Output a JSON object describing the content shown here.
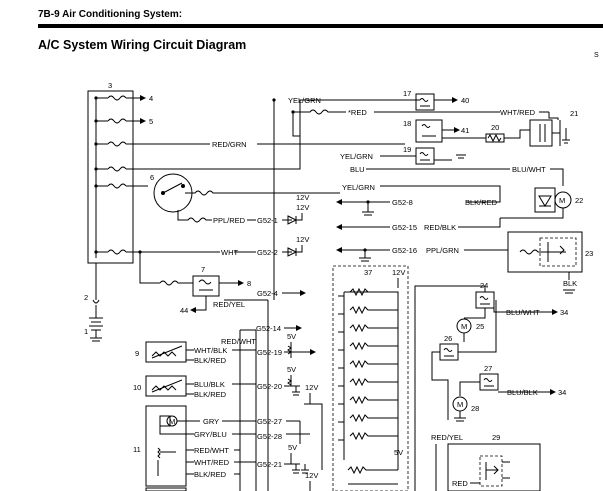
{
  "section_header": "7B-9   Air Conditioning System:",
  "page_title": "A/C System Wiring Circuit Diagram",
  "side_mark": "S",
  "callouts": {
    "c1": "1",
    "c2": "2",
    "c3": "3",
    "c4": "4",
    "c5": "5",
    "c6": "6",
    "c7": "7",
    "c8": "8",
    "c9": "9",
    "c10": "10",
    "c11": "11",
    "c17": "17",
    "c18": "18",
    "c19": "19",
    "c20": "20",
    "c21": "21",
    "c22": "22",
    "c23": "23",
    "c24": "24",
    "c25": "25",
    "c26": "26",
    "c27": "27",
    "c28": "28",
    "c29": "29",
    "c34a": "34",
    "c34b": "34",
    "c37": "37",
    "c40": "40",
    "c41": "41",
    "c44": "44"
  },
  "wire_labels": {
    "yel_grn_top": "YEL/GRN",
    "red_star": "*RED",
    "wht_red_top": "WHT/RED",
    "red_grn": "RED/GRN",
    "yel_grn_mid": "YEL/GRN",
    "blu": "BLU",
    "blu_wht": "BLU/WHT",
    "yel_grn_low": "YEL/GRN",
    "g52_8": "G52-8",
    "blk_red_8": "BLK/RED",
    "ppl_red": "PPL/RED",
    "g52_1": "G52-1",
    "g52_15": "G52-15",
    "red_blk": "RED/BLK",
    "wht": "WHT",
    "g52_2": "G52-2",
    "g52_16": "G52-16",
    "ppl_grn": "PPL/GRN",
    "g52_4": "G52-4",
    "red_yel_44": "RED/YEL",
    "blk": "BLK",
    "blu_wht_34": "BLU/WHT",
    "blu_blk_34": "BLU/BLK",
    "g52_14": "G52-14",
    "red_wht_14": "RED/WHT",
    "wht_blk": "WHT/BLK",
    "blk_red_9": "BLK/RED",
    "g52_19": "G52-19",
    "blu_blk_10": "BLU/BLK",
    "blk_red_10": "BLK/RED",
    "g52_20": "G52-20",
    "gry": "GRY",
    "g52_27": "G52-27",
    "gry_blu": "GRY/BLU",
    "g52_28": "G52-28",
    "red_wht_11": "RED/WHT",
    "wht_red_11": "WHT/RED",
    "g52_21": "G52-21",
    "blk_red_11": "BLK/RED",
    "red_yel_28": "RED/YEL",
    "red_bottom": "RED"
  },
  "voltages": {
    "v1": "12V",
    "v2": "12V",
    "v3": "12V",
    "v4": "5V",
    "v5": "5V",
    "v6": "5V",
    "v7": "12V",
    "v8": "12V",
    "v9": "5V",
    "v10": "12V"
  },
  "motor_symbol": "M"
}
